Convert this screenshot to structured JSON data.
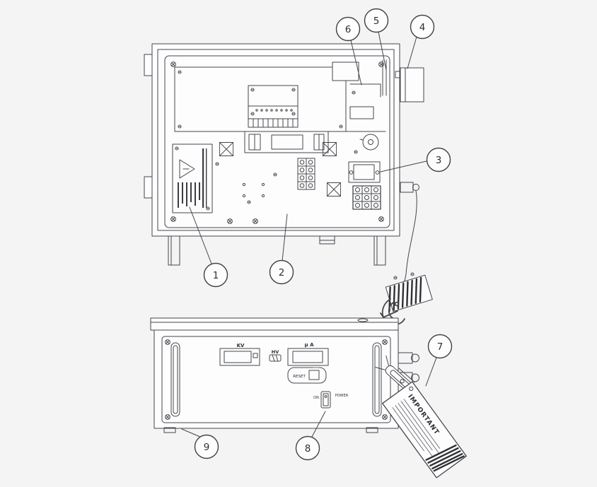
{
  "figure": {
    "kind": "exploded-parts-diagram",
    "background_color": "#f4f4f5",
    "line_color": "#45464b"
  },
  "callouts": [
    {
      "n": "1"
    },
    {
      "n": "2"
    },
    {
      "n": "3"
    },
    {
      "n": "4"
    },
    {
      "n": "5"
    },
    {
      "n": "6"
    },
    {
      "n": "7"
    },
    {
      "n": "8"
    },
    {
      "n": "9"
    }
  ],
  "front_panel": {
    "kv_label": "KV",
    "hv_label": "HV",
    "ua_label": "µ A",
    "reset_label": "RESET",
    "on_label": "ON",
    "power_label": "POWER"
  },
  "tag": {
    "title": "IMPORTANT"
  }
}
